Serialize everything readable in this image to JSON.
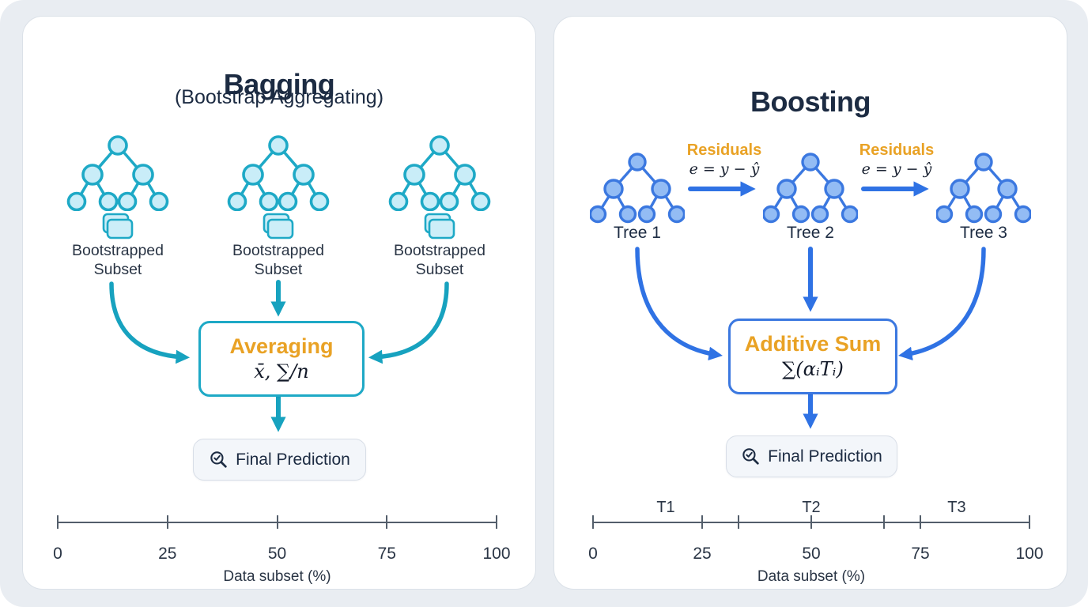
{
  "figure": {
    "bagging": {
      "title": "Bagging",
      "subtitle": "(Bootstrap Aggregating)",
      "subset_line1": "Bootstrapped",
      "subset_line2": "Subset",
      "box_title": "Averaging",
      "box_formula": "x̄, ∑/n",
      "final_label": "Final Prediction",
      "axis": {
        "tick_labels": [
          "0",
          "25",
          "50",
          "75",
          "100"
        ],
        "title": "Data subset (%)"
      }
    },
    "boosting": {
      "title": "Boosting",
      "tree_labels": [
        "Tree 1",
        "Tree 2",
        "Tree 3"
      ],
      "residuals_label": "Residuals",
      "residuals_formula": "e = y − ŷ",
      "box_title": "Additive Sum",
      "box_formula": "∑(αᵢTᵢ)",
      "final_label": "Final Prediction",
      "axis": {
        "tick_labels": [
          "0",
          "25",
          "50",
          "75",
          "100"
        ],
        "segment_labels": [
          "T1",
          "T2",
          "T3"
        ],
        "title": "Data subset (%)"
      }
    },
    "colors": {
      "teal": "#1ea9c6",
      "teal_fill": "#c9edf8",
      "blue": "#3b78e0",
      "blue_fill": "#93bcf4",
      "orange": "#e9a225",
      "navy": "#1c2b42",
      "axis_gray": "#535e6b"
    }
  }
}
